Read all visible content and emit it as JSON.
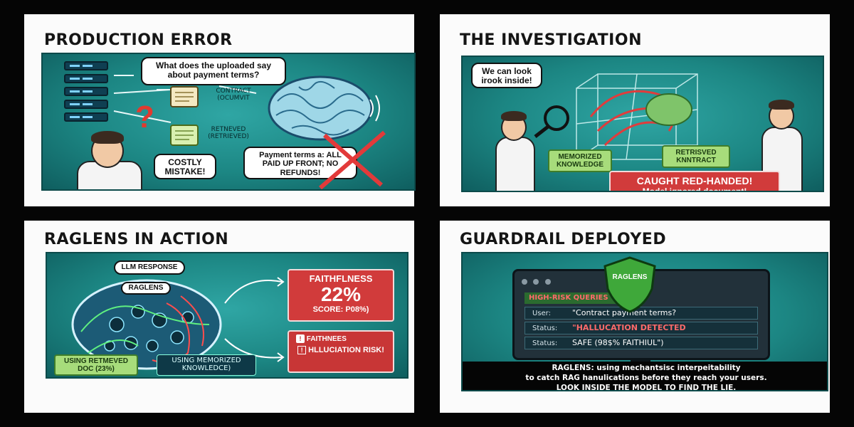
{
  "panels": {
    "p1": {
      "title": "PRODUCTION ERROR",
      "question": "What does the uploaded say about payment terms?",
      "doc_label_1": "CONTRACT (OCUMVIT",
      "doc_label_2": "RETNEVED (RETRIEVED)",
      "thinking_mark": "?",
      "exclaim": "COSTLY MISTAKE!",
      "answer": "Payment terms a: ALL PAID UP FRONT; NO REFUNDS!"
    },
    "p2": {
      "title": "THE INVESTIGATION",
      "bubble": "We can look irook inside!",
      "memorized_label": "MEMORIZED KNOWLEDGE",
      "retrieved_label": "RETRISVED KNNTRACT",
      "alert_line_1": "CAUGHT RED-HANDED!",
      "alert_line_2": "Model ignored document!"
    },
    "p3": {
      "title": "RAGLENS IN ACTION",
      "llm_response": "LLM RESPONSE",
      "raglens_tag": "RAGLENS",
      "faithfulness_label": "FAITHFLNESS",
      "faithfulness_pct": "22%",
      "score_line": "SCORE: P08%)",
      "faith_small": "FAITHNEES",
      "halluc_line": "HLLUCIATION RISK!",
      "using_retrieved": "USING RETMEVED DOC (23%)",
      "using_memorized": "USING MEMORIZED KNOWLEDCE)"
    },
    "p4": {
      "title": "GUARDRAIL DEPLOYED",
      "shield": "RAGLENS",
      "header": "HIGH-RISK QUERIES",
      "row1_key": "User:",
      "row1_val": "\"Contract payment terms?",
      "row2_key": "Status:",
      "row2_val": "\"HALLUCATION DETECTED",
      "row3_key": "Status:",
      "row3_val": "SAFE (98$% FAITHIUL\")",
      "caption_1": "RAGLENS: using mechantsisc interpeitability",
      "caption_2": "to catch RAG hanulications before they reach your users.",
      "caption_3": "LOOK INSIDE THE MODEL TO FIND THE LIE."
    }
  },
  "colors": {
    "teal": "#1c8683",
    "red": "#d13b3b",
    "green": "#a7dc7b"
  }
}
